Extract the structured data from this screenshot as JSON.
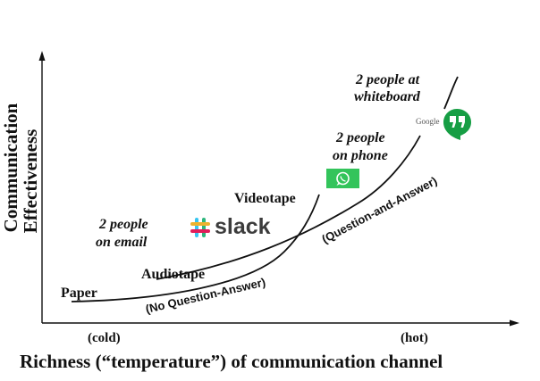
{
  "axes": {
    "y_label_line1": "Communication",
    "y_label_line2": "Effectiveness",
    "x_label": "Richness (“temperature”) of communication channel",
    "x_low": "(cold)",
    "x_high": "(hot)"
  },
  "curves": {
    "lower_label": "(No Question-Answer)",
    "upper_label": "(Question-and-Answer)"
  },
  "media": {
    "paper": "Paper",
    "audiotape": "Audiotape",
    "videotape": "Videotape",
    "email_line1": "2 people",
    "email_line2": "on email",
    "phone_line1": "2 people",
    "phone_line2": "on phone",
    "whiteboard_line1": "2 people at",
    "whiteboard_line2": "whiteboard"
  },
  "logos": {
    "slack": "slack",
    "google": "Google",
    "whatsapp_icon": "whatsapp-icon",
    "hangouts_icon": "google-hangouts-icon",
    "slack_icon": "slack-icon"
  },
  "colors": {
    "slack_text": "#3c3c3c",
    "whatsapp": "#33c45b",
    "hangouts": "#169e44"
  }
}
